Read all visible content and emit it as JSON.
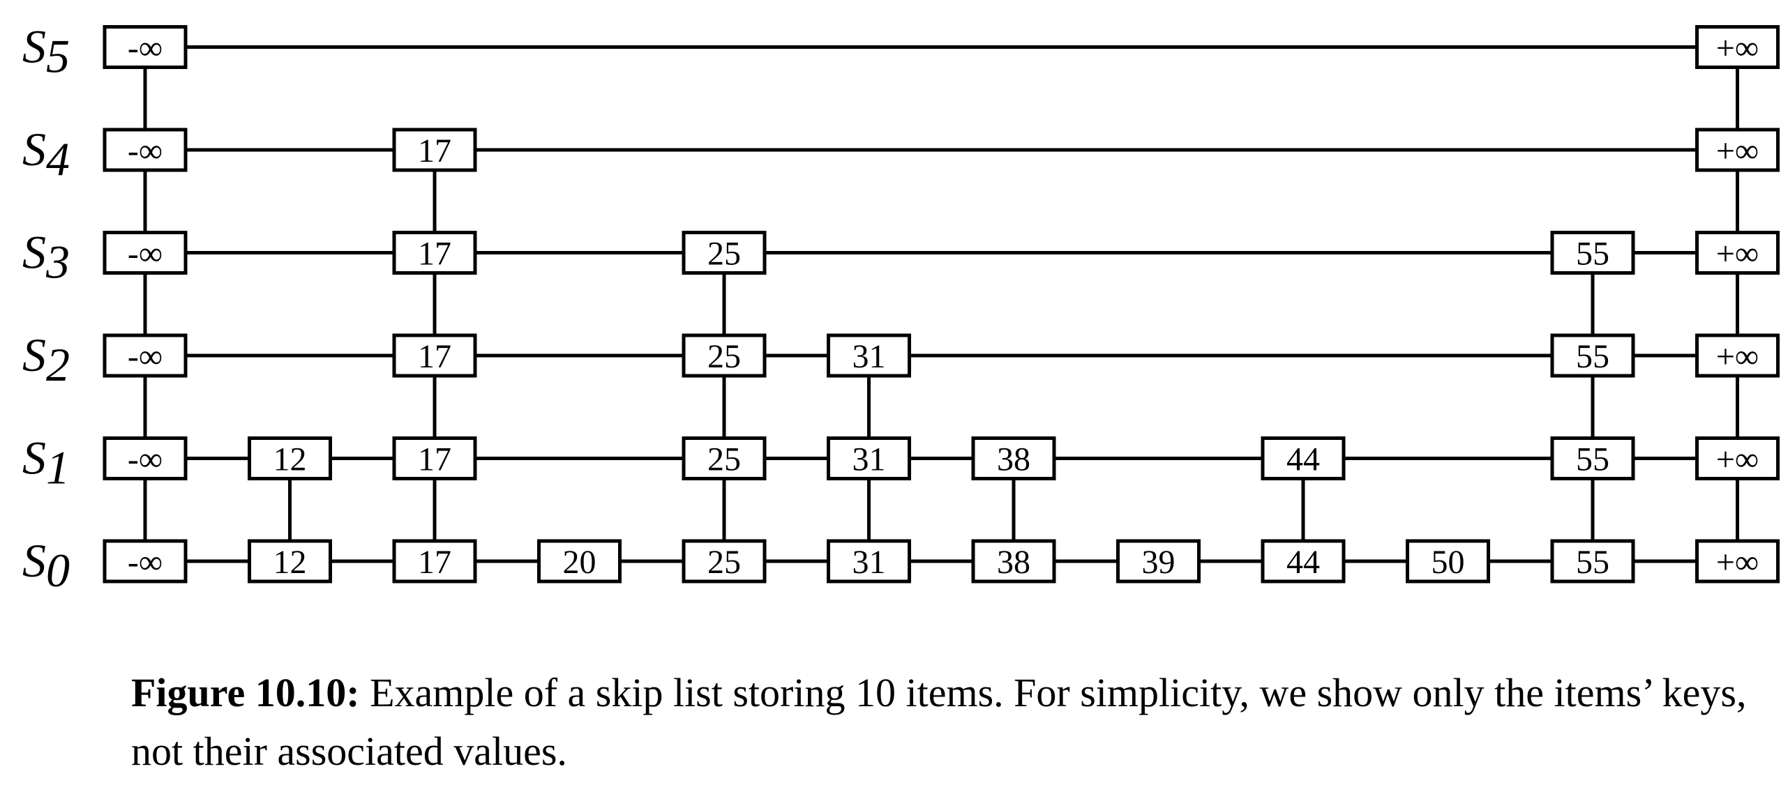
{
  "levels": [
    {
      "label": "S",
      "sub": "0",
      "keys": [
        "-∞",
        "12",
        "17",
        "20",
        "25",
        "31",
        "38",
        "39",
        "44",
        "50",
        "55",
        "+∞"
      ]
    },
    {
      "label": "S",
      "sub": "1",
      "keys": [
        "-∞",
        "12",
        "17",
        "25",
        "31",
        "38",
        "44",
        "55",
        "+∞"
      ]
    },
    {
      "label": "S",
      "sub": "2",
      "keys": [
        "-∞",
        "17",
        "25",
        "31",
        "55",
        "+∞"
      ]
    },
    {
      "label": "S",
      "sub": "3",
      "keys": [
        "-∞",
        "17",
        "25",
        "55",
        "+∞"
      ]
    },
    {
      "label": "S",
      "sub": "4",
      "keys": [
        "-∞",
        "17",
        "+∞"
      ]
    },
    {
      "label": "S",
      "sub": "5",
      "keys": [
        "-∞",
        "+∞"
      ]
    }
  ],
  "columns": [
    "-∞",
    "12",
    "17",
    "20",
    "25",
    "31",
    "38",
    "39",
    "44",
    "50",
    "55",
    "+∞"
  ],
  "caption": {
    "label": "Figure 10.10:",
    "text": " Example of a skip list storing 10 items. For simplicity, we show only the items’ keys, not their associated values."
  }
}
